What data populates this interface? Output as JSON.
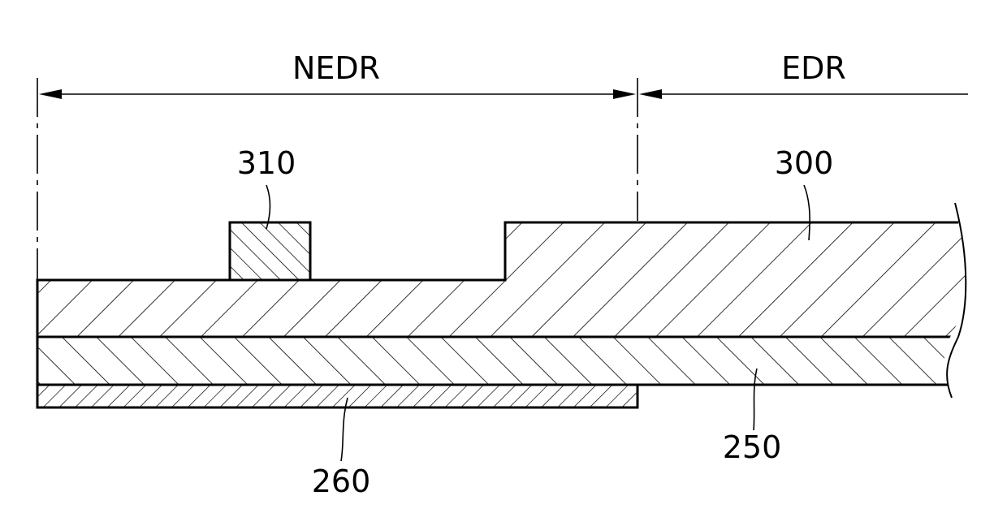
{
  "regions": {
    "left": "NEDR",
    "right": "EDR"
  },
  "reference_numerals": {
    "bump": "310",
    "top_layer": "300",
    "middle_layer": "250",
    "bottom_layer": "260"
  }
}
